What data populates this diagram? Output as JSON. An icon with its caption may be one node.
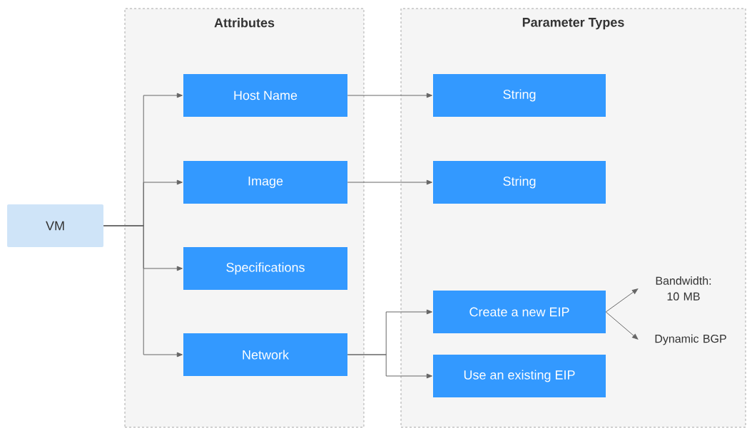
{
  "diagram": {
    "nodes": [
      {
        "text": [
          "Attributes"
        ]
      },
      {
        "text": [
          "Parameter Types"
        ]
      },
      {
        "text": [
          "VM"
        ]
      },
      {
        "text": [
          "Host Name"
        ],
        "in": 0
      },
      {
        "text": [
          "Image"
        ],
        "in": 0
      },
      {
        "text": [
          "Specifications"
        ],
        "in": 0
      },
      {
        "text": [
          "Network"
        ],
        "in": 0
      },
      {
        "text": [
          "String"
        ],
        "in": 1
      },
      {
        "text": [
          "String"
        ],
        "in": 1
      },
      {
        "text": [
          "Create a new EIP"
        ],
        "in": 1
      },
      {
        "text": [
          "Use an existing EIP"
        ],
        "in": 1
      },
      {
        "text": [
          "Bandwidth: 10 MB"
        ],
        "in": 1
      },
      {
        "text": [
          "Dynamic BGP"
        ],
        "in": 1
      }
    ],
    "edges": [
      {
        "from": 2,
        "to": 3,
        "arrow": "to"
      },
      {
        "from": 2,
        "to": 4,
        "arrow": "to"
      },
      {
        "from": 2,
        "to": 5,
        "arrow": "to"
      },
      {
        "from": 2,
        "to": 6,
        "arrow": "to"
      },
      {
        "from": 3,
        "to": 7,
        "arrow": "to"
      },
      {
        "from": 4,
        "to": 8,
        "arrow": "to"
      },
      {
        "from": 6,
        "to": 9,
        "arrow": "to"
      },
      {
        "from": 6,
        "to": 10,
        "arrow": "to"
      },
      {
        "from": 9,
        "to": 11,
        "arrow": "to"
      },
      {
        "from": 9,
        "to": 12,
        "arrow": "to"
      }
    ]
  }
}
